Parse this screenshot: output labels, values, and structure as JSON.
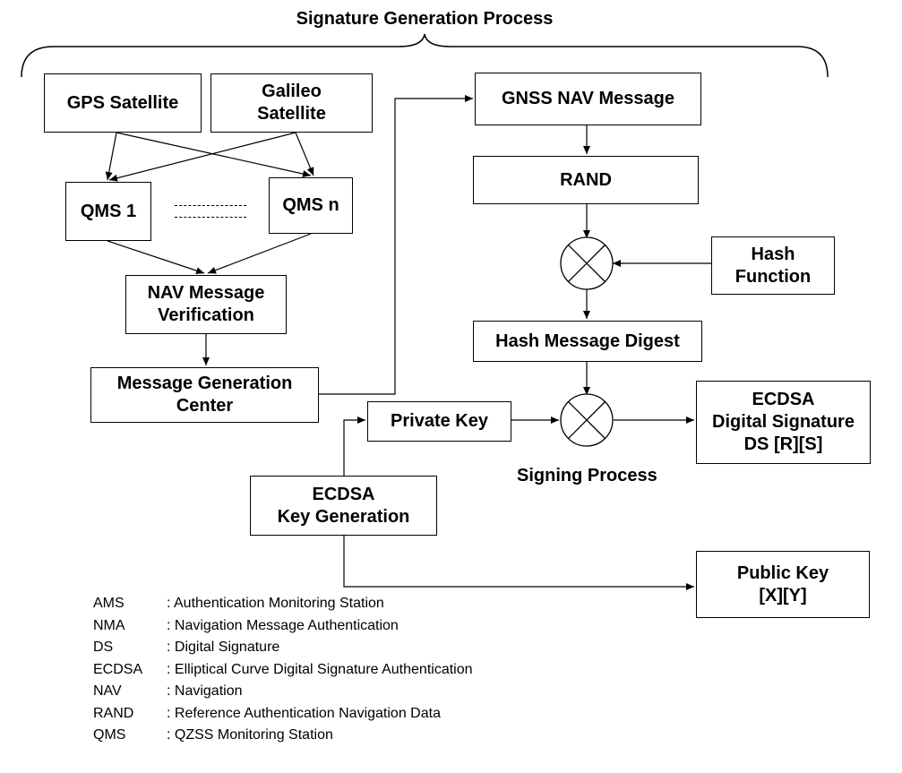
{
  "title": "Signature Generation Process",
  "boxes": {
    "gps_satellite": "GPS Satellite",
    "galileo_satellite": "Galileo\nSatellite",
    "qms_1": "QMS 1",
    "qms_n": "QMS n",
    "nav_message_verification": "NAV Message\nVerification",
    "message_generation_center": "Message Generation\nCenter",
    "gnss_nav_message": "GNSS NAV Message",
    "rand": "RAND",
    "hash_function": "Hash\nFunction",
    "hash_message_digest": "Hash Message Digest",
    "private_key": "Private Key",
    "ecdsa_digital_signature": "ECDSA\nDigital Signature\nDS [R][S]",
    "ecdsa_key_generation": "ECDSA\nKey Generation",
    "public_key": "Public Key\n[X][Y]"
  },
  "signing_process_label": "Signing Process",
  "legend": [
    {
      "abbr": "AMS",
      "definition": ": Authentication  Monitoring Station"
    },
    {
      "abbr": "NMA",
      "definition": ": Navigation Message Authentication"
    },
    {
      "abbr": "DS",
      "definition": ": Digital Signature"
    },
    {
      "abbr": "ECDSA",
      "definition": ": Elliptical Curve Digital Signature Authentication"
    },
    {
      "abbr": "NAV",
      "definition": ": Navigation"
    },
    {
      "abbr": "RAND",
      "definition": ":  Reference Authentication Navigation Data"
    },
    {
      "abbr": "QMS",
      "definition": ": QZSS Monitoring  Station"
    }
  ]
}
